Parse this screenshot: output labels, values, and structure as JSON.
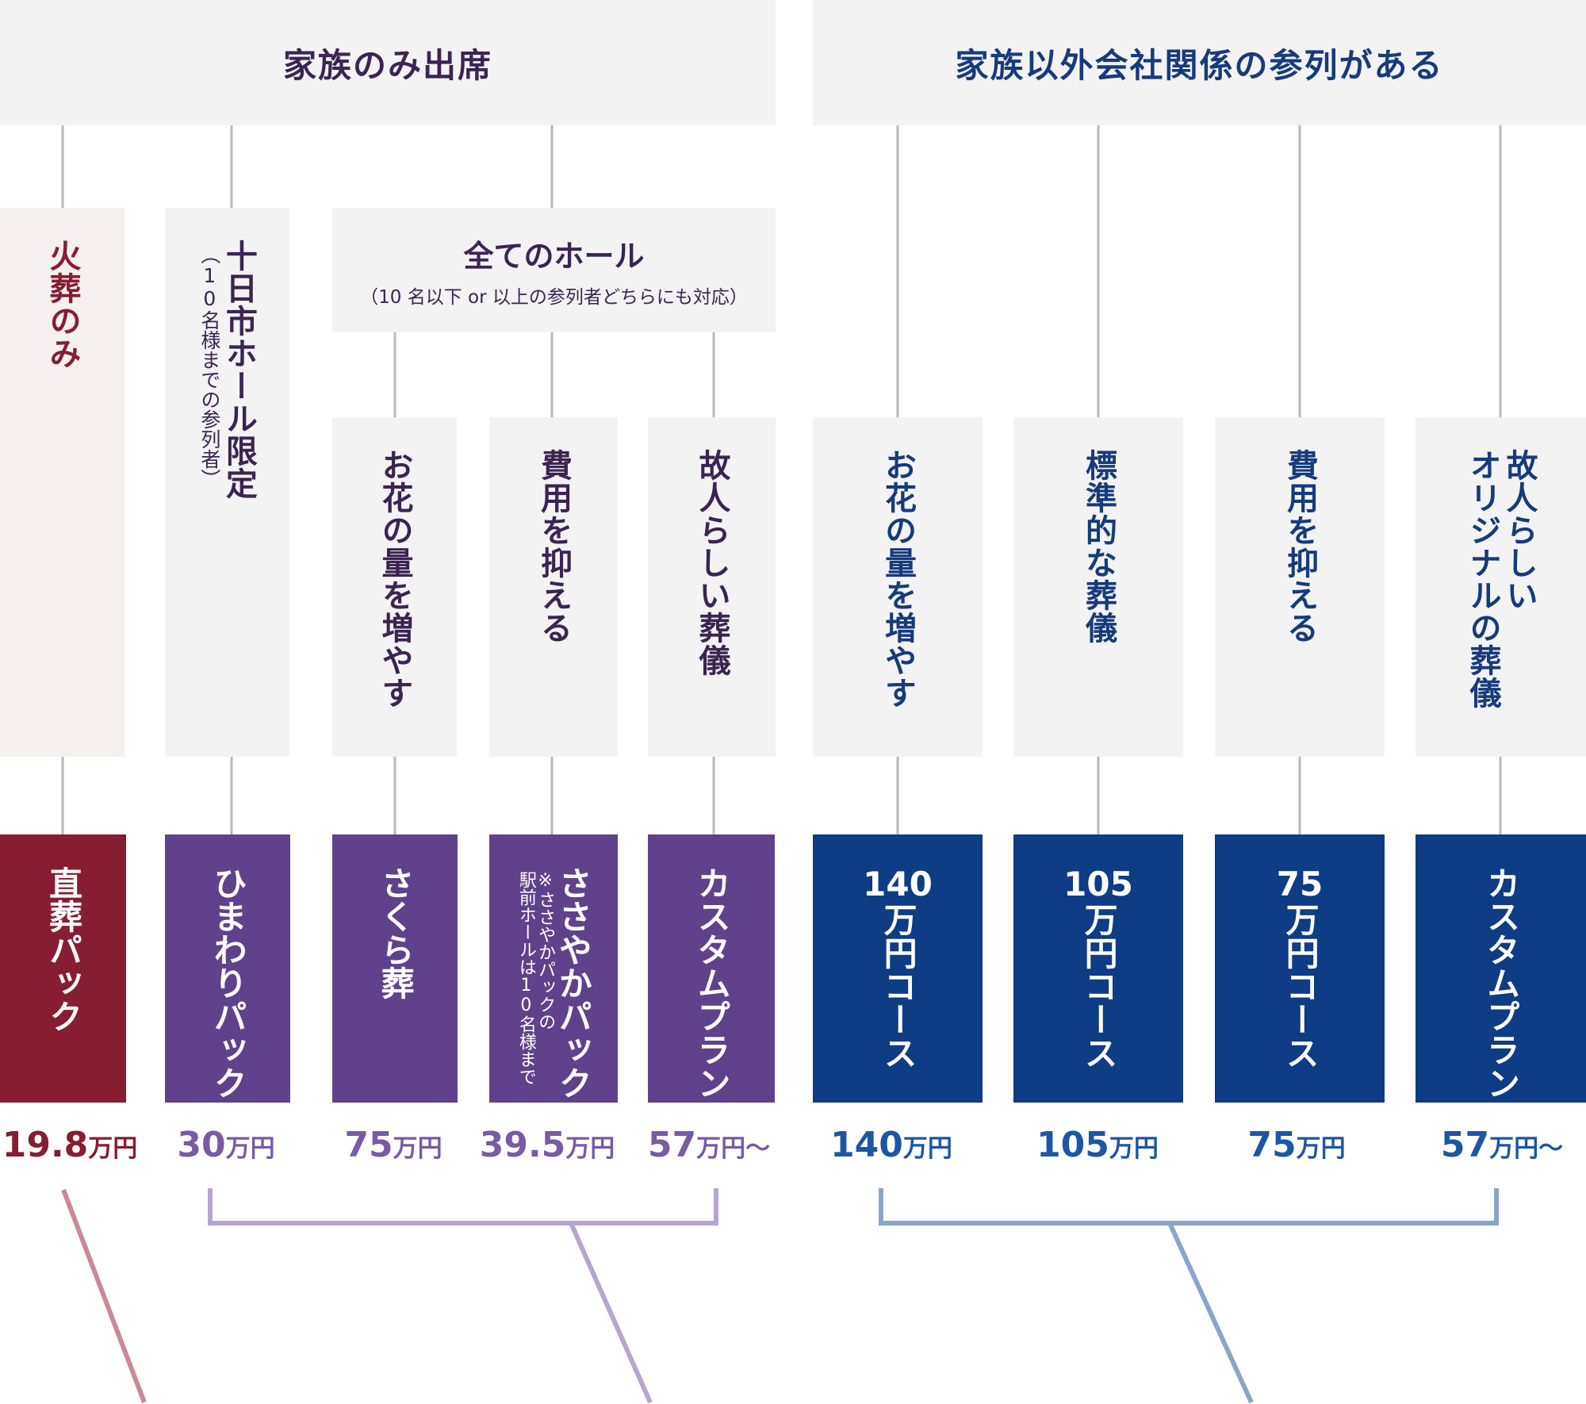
{
  "colors": {
    "family_dark": "#3b2451",
    "company_dark": "#163b7b",
    "red": "#871d32",
    "purple": "#5f428b",
    "navy": "#0e3c85",
    "connector": "#b9b9b9",
    "red_light": "#c98a98",
    "purple_light": "#b7a6cb",
    "navy_light": "#8ba5c8"
  },
  "groups": {
    "family_only": "家族のみ出席",
    "with_company": "家族以外会社関係の参列がある"
  },
  "subgroup": {
    "title": "全てのホール",
    "note": "（10 名以下 or 以上の参列者どちらにも対応）"
  },
  "categories": {
    "cremation": {
      "label": "火葬のみ"
    },
    "tokaichi": {
      "label": "十日市ホール限定",
      "note": "（10名様までの参列者）"
    },
    "fam_flowers": {
      "label": "お花の量を増やす"
    },
    "fam_cost": {
      "label": "費用を抑える"
    },
    "fam_unique": {
      "label": "故人らしい葬儀"
    },
    "co_flowers": {
      "label": "お花の量を増やす"
    },
    "co_standard": {
      "label": "標準的な葬儀"
    },
    "co_cost": {
      "label": "費用を抑える"
    },
    "co_unique": {
      "label1": "故人らしい",
      "label2": "オリジナルの葬儀"
    }
  },
  "packages": {
    "p1": {
      "name": "直葬パック",
      "price_num": "19.8",
      "price_unit": "万円"
    },
    "p2": {
      "name": "ひまわりパック",
      "price_num": "30",
      "price_unit": "万円"
    },
    "p3": {
      "name": "さくら葬",
      "price_num": "75",
      "price_unit": "万円"
    },
    "p4": {
      "name": "ささやかパック",
      "note1": "※ささやかパックの",
      "note2": "駅前ホールは10名様まで",
      "price_num": "39.5",
      "price_unit": "万円"
    },
    "p5": {
      "name": "カスタムプラン",
      "price_num": "57",
      "price_unit": "万円〜"
    },
    "p6": {
      "name_num": "140",
      "name_rest": "万円コース",
      "price_num": "140",
      "price_unit": "万円"
    },
    "p7": {
      "name_num": "105",
      "name_rest": "万円コース",
      "price_num": "105",
      "price_unit": "万円"
    },
    "p8": {
      "name_num": "75",
      "name_rest": "万円コース",
      "price_num": "75",
      "price_unit": "万円"
    },
    "p9": {
      "name": "カスタムプラン",
      "price_num": "57",
      "price_unit": "万円〜"
    }
  }
}
